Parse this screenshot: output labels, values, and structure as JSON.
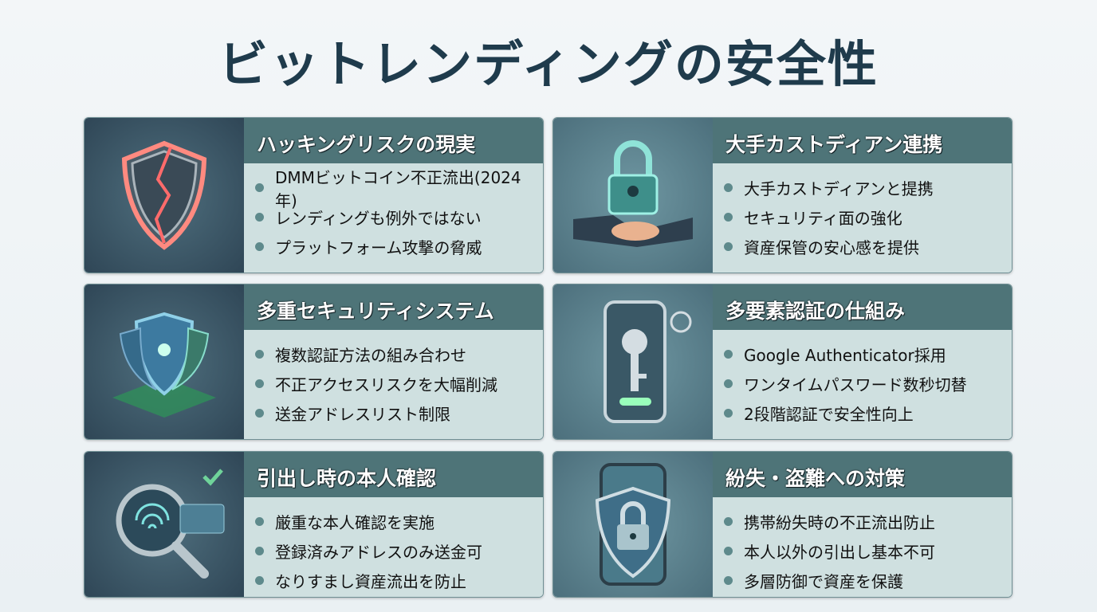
{
  "title": "ビットレンディングの安全性",
  "colors": {
    "title": "#1f3b4c",
    "header_band": "#4e7478",
    "list_bg": "#cfe0e0",
    "bullet": "#5e8a8c"
  },
  "cards": [
    {
      "icon": "broken-shield-icon",
      "heading": "ハッキングリスクの現実",
      "items": [
        "DMMビットコイン不正流出(2024年)",
        "レンディングも例外ではない",
        "プラットフォーム攻撃の脅威"
      ]
    },
    {
      "icon": "handshake-lock-icon",
      "heading": "大手カストディアン連携",
      "items": [
        "大手カストディアンと提携",
        "セキュリティ面の強化",
        "資産保管の安心感を提供"
      ]
    },
    {
      "icon": "layered-shields-icon",
      "heading": "多重セキュリティシステム",
      "items": [
        "複数認証方法の組み合わせ",
        "不正アクセスリスクを大幅削減",
        "送金アドレスリスト制限"
      ]
    },
    {
      "icon": "phone-key-icon",
      "heading": "多要素認証の仕組み",
      "items": [
        "Google Authenticator採用",
        "ワンタイムパスワード数秒切替",
        "2段階認証で安全性向上"
      ]
    },
    {
      "icon": "fingerprint-magnifier-icon",
      "heading": "引出し時の本人確認",
      "items": [
        "厳重な本人確認を実施",
        "登録済みアドレスのみ送金可",
        "なりすまし資産流出を防止"
      ]
    },
    {
      "icon": "phone-shield-lock-icon",
      "heading": "紛失・盗難への対策",
      "items": [
        "携帯紛失時の不正流出防止",
        "本人以外の引出し基本不可",
        "多層防御で資産を保護"
      ]
    }
  ]
}
